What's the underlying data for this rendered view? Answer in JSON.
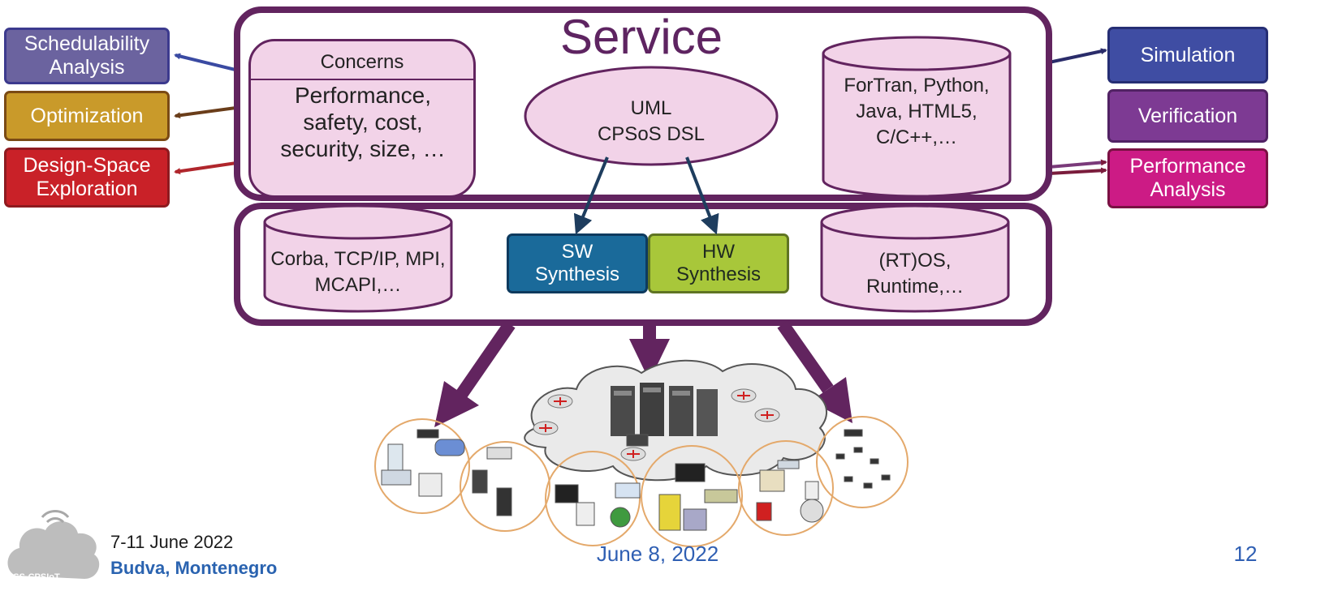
{
  "service": {
    "title": "Service"
  },
  "left_boxes": [
    {
      "label": "Schedulability Analysis",
      "color": "#6b639f"
    },
    {
      "label": "Optimization",
      "color": "#c99a2a"
    },
    {
      "label": "Design-Space Exploration",
      "color": "#c92128"
    }
  ],
  "right_boxes": [
    {
      "label": "Simulation",
      "color": "#3f4da3"
    },
    {
      "label": "Verification",
      "color": "#7d3a93"
    },
    {
      "label": "Performance Analysis",
      "color": "#cc1b85"
    }
  ],
  "concerns": {
    "header": "Concerns",
    "body": "Performance, safety, cost, security, size, …"
  },
  "uml": {
    "line1": "UML",
    "line2": "CPSoS DSL"
  },
  "languages": {
    "text": "ForTran, Python, Java, HTML5, C/C++,…"
  },
  "middleware": {
    "text": "Corba, TCP/IP, MPI, MCAPI,…"
  },
  "sw_synthesis": {
    "label": "SW Synthesis",
    "color": "#1a6a9a"
  },
  "hw_synthesis": {
    "label": "HW Synthesis",
    "color": "#a8c73a"
  },
  "rtos": {
    "text": "(RT)OS, Runtime,…"
  },
  "footer": {
    "date": "June 8, 2022",
    "page": "12",
    "event_dates": "7-11 June 2022",
    "event_location": "Budva, Montenegro",
    "logo_text": "SS-CPSIoT"
  },
  "colors": {
    "frame": "#62245f",
    "fill": "#f2d3e8"
  }
}
